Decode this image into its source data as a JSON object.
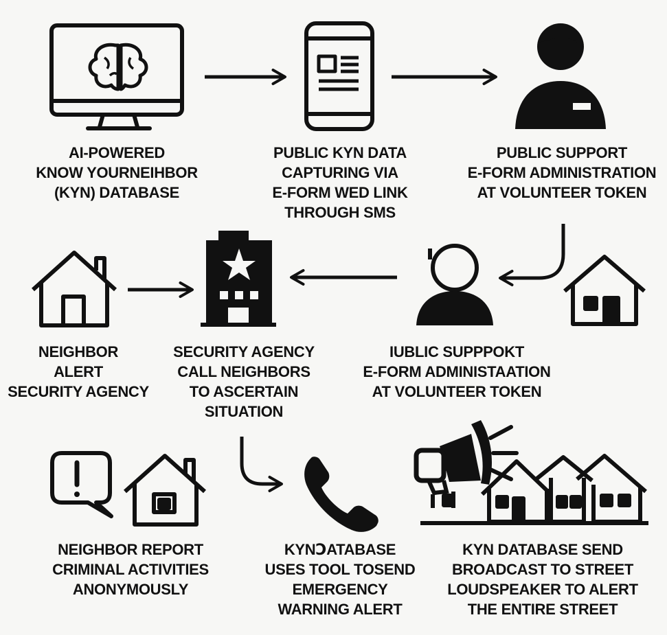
{
  "labels": {
    "kyn_database": [
      "AI-POWERED",
      "KNOW YOURNEIHBOR",
      "(KYN) DATABASE"
    ],
    "data_capture": [
      "PUBLIC KYN DATA",
      "CAPTURING VIA",
      "E-FORM WED LINK",
      "THROUGH SMS"
    ],
    "public_support": [
      "PUBLIC SUPPORT",
      "E-FORM ADMINISTRATION",
      "AT VOLUNTEER TOKEN"
    ],
    "neighbor_alert": [
      "NEIGHBOR",
      "ALERT",
      "SECURITY AGENCY"
    ],
    "security_agency": [
      "SECURITY AGENCY",
      "CALL NEIGHBORS",
      "TO ASCERTAIN",
      "SITUATION"
    ],
    "public_support_2": [
      "IUBLIC SUPPPOKT",
      "E-FORM ADMINISTAATION",
      "AT VOLUNTEER TOKEN"
    ],
    "neighbor_report": [
      "NEIGHBOR REPORT",
      "CRIMINAL ACTIVITIES",
      "ANONYMOUSLY"
    ],
    "emergency_warning": [
      "KYNↃATABASE",
      "USES TOOL TOSEND",
      "EMERGENCY",
      "WARNING ALERT"
    ],
    "broadcast": [
      "KYN DATABASE SEND",
      "BROADCAST TO STREET",
      "LOUDSPEAKER TO ALERT",
      "THE ENTIRE STREET"
    ]
  },
  "icons": [
    "monitor-brain-icon",
    "smartphone-form-icon",
    "volunteer-person-icon",
    "house-icon",
    "security-building-icon",
    "support-person-icon",
    "report-speech-bubble-icon",
    "phone-icon",
    "megaphone-icon",
    "street-houses-icon"
  ],
  "colors": {
    "ink": "#111111",
    "background": "#f7f7f5"
  }
}
